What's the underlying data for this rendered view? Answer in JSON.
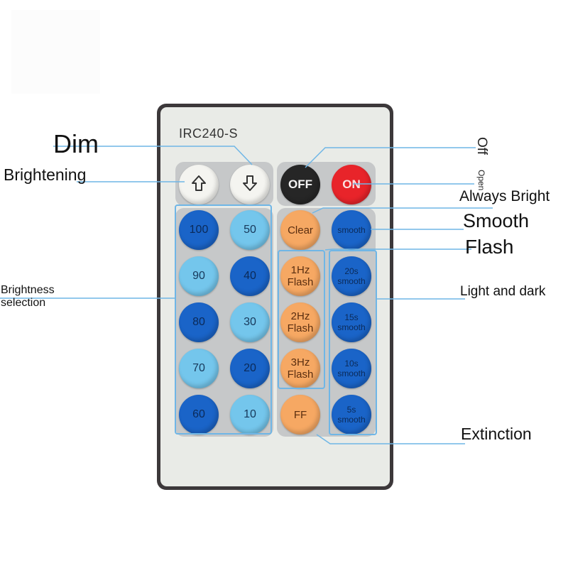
{
  "remote": {
    "model": "IRC240-S",
    "brightening_button_icon": "up-arrow-icon",
    "dim_button_icon": "down-arrow-icon",
    "off_button": "OFF",
    "on_button": "ON",
    "clear_button": "Clear",
    "smooth_button": "smooth",
    "brightness_buttons": [
      "100",
      "50",
      "90",
      "40",
      "80",
      "30",
      "70",
      "20",
      "60",
      "10"
    ],
    "flash_buttons": [
      {
        "line1": "1Hz",
        "line2": "Flash"
      },
      {
        "line1": "2Hz",
        "line2": "Flash"
      },
      {
        "line1": "3Hz",
        "line2": "Flash"
      }
    ],
    "ff_button": "FF",
    "fade_buttons": [
      {
        "line1": "20s",
        "line2": "smooth"
      },
      {
        "line1": "15s",
        "line2": "smooth"
      },
      {
        "line1": "10s",
        "line2": "smooth"
      },
      {
        "line1": "5s",
        "line2": "smooth"
      }
    ]
  },
  "annotations": {
    "dim": "Dim",
    "brightening": "Brightening",
    "brightness_selection_line1": "Brightness",
    "brightness_selection_line2": "selection",
    "off": "Off",
    "open": "Open",
    "always_bright": "Always Bright",
    "smooth": "Smooth",
    "flash": "Flash",
    "light_and_dark": "Light and dark",
    "extinction": "Extinction"
  },
  "colors": {
    "remote_body": "#3c383a",
    "remote_face": "#e9ebe7",
    "button_dark_blue": "#1a64c8",
    "button_light_blue": "#74c6ec",
    "button_orange": "#f6a863",
    "button_off": "#262626",
    "button_on": "#e8242a",
    "callout_line": "#6fb6e6"
  }
}
